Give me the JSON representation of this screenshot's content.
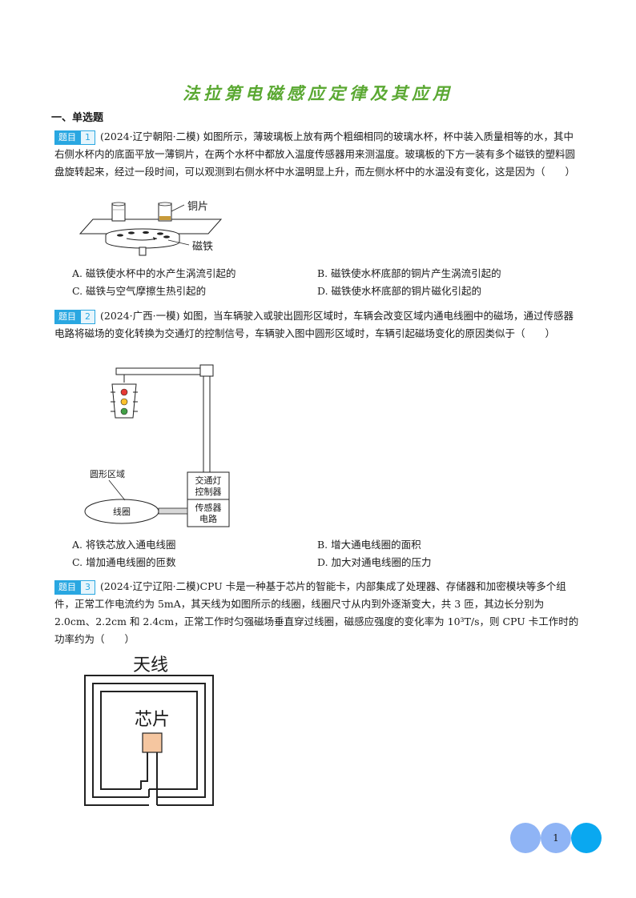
{
  "title": "法拉第电磁感应定律及其应用",
  "section": "一、单选题",
  "tag_label": "题目",
  "questions": [
    {
      "num": "1",
      "text": "(2024·辽宁朝阳·二模) 如图所示，薄玻璃板上放有两个粗细相同的玻璃水杯，杯中装入质量相等的水，其中右侧水杯内的底面平放一薄铜片，在两个水杯中都放入温度传感器用来测温度。玻璃板的下方一装有多个磁铁的塑料圆盘旋转起来，经过一段时间，可以观测到右侧水杯中水温明显上升，而左侧水杯中的水温没有变化，这是因为（　　）",
      "figure_labels": {
        "copper": "铜片",
        "magnet": "磁铁"
      },
      "options": {
        "A": "A. 磁铁使水杯中的水产生涡流引起的",
        "B": "B. 磁铁使水杯底部的铜片产生涡流引起的",
        "C": "C. 磁铁与空气摩擦生热引起的",
        "D": "D. 磁铁使水杯底部的铜片磁化引起的"
      }
    },
    {
      "num": "2",
      "text": "(2024·广西·一模) 如图，当车辆驶入或驶出圆形区域时，车辆会改变区域内通电线圈中的磁场，通过传感器电路将磁场的变化转换为交通灯的控制信号，车辆驶入图中圆形区域时，车辆引起磁场变化的原因类似于（　　）",
      "figure_labels": {
        "region": "圆形区域",
        "coil": "线圈",
        "controller_1": "交通灯",
        "controller_2": "控制器",
        "sensor_1": "传感器",
        "sensor_2": "电路"
      },
      "options": {
        "A": "A. 将铁芯放入通电线圈",
        "B": "B. 增大通电线圈的面积",
        "C": "C. 增加通电线圈的匝数",
        "D": "D. 加大对通电线圈的压力"
      }
    },
    {
      "num": "3",
      "text": "(2024·辽宁辽阳·二模)CPU 卡是一种基于芯片的智能卡，内部集成了处理器、存储器和加密模块等多个组件，正常工作电流约为 5mA，其天线为如图所示的线圈，线圈尺寸从内到外逐渐变大，共 3 匝，其边长分别为 2.0cm、2.2cm 和 2.4cm，正常工作时匀强磁场垂直穿过线圈，磁感应强度的变化率为 10³T/s，则 CPU 卡工作时的功率约为（　　）",
      "figure_labels": {
        "antenna": "天线",
        "chip": "芯片"
      }
    }
  ],
  "page_number": "1",
  "colors": {
    "title_green": "#5aa832",
    "tag_blue": "#29a7e1",
    "chip_fill": "#f5c6a0",
    "badge_light": "#8fb4f5",
    "badge_bright": "#0aa8f0"
  }
}
